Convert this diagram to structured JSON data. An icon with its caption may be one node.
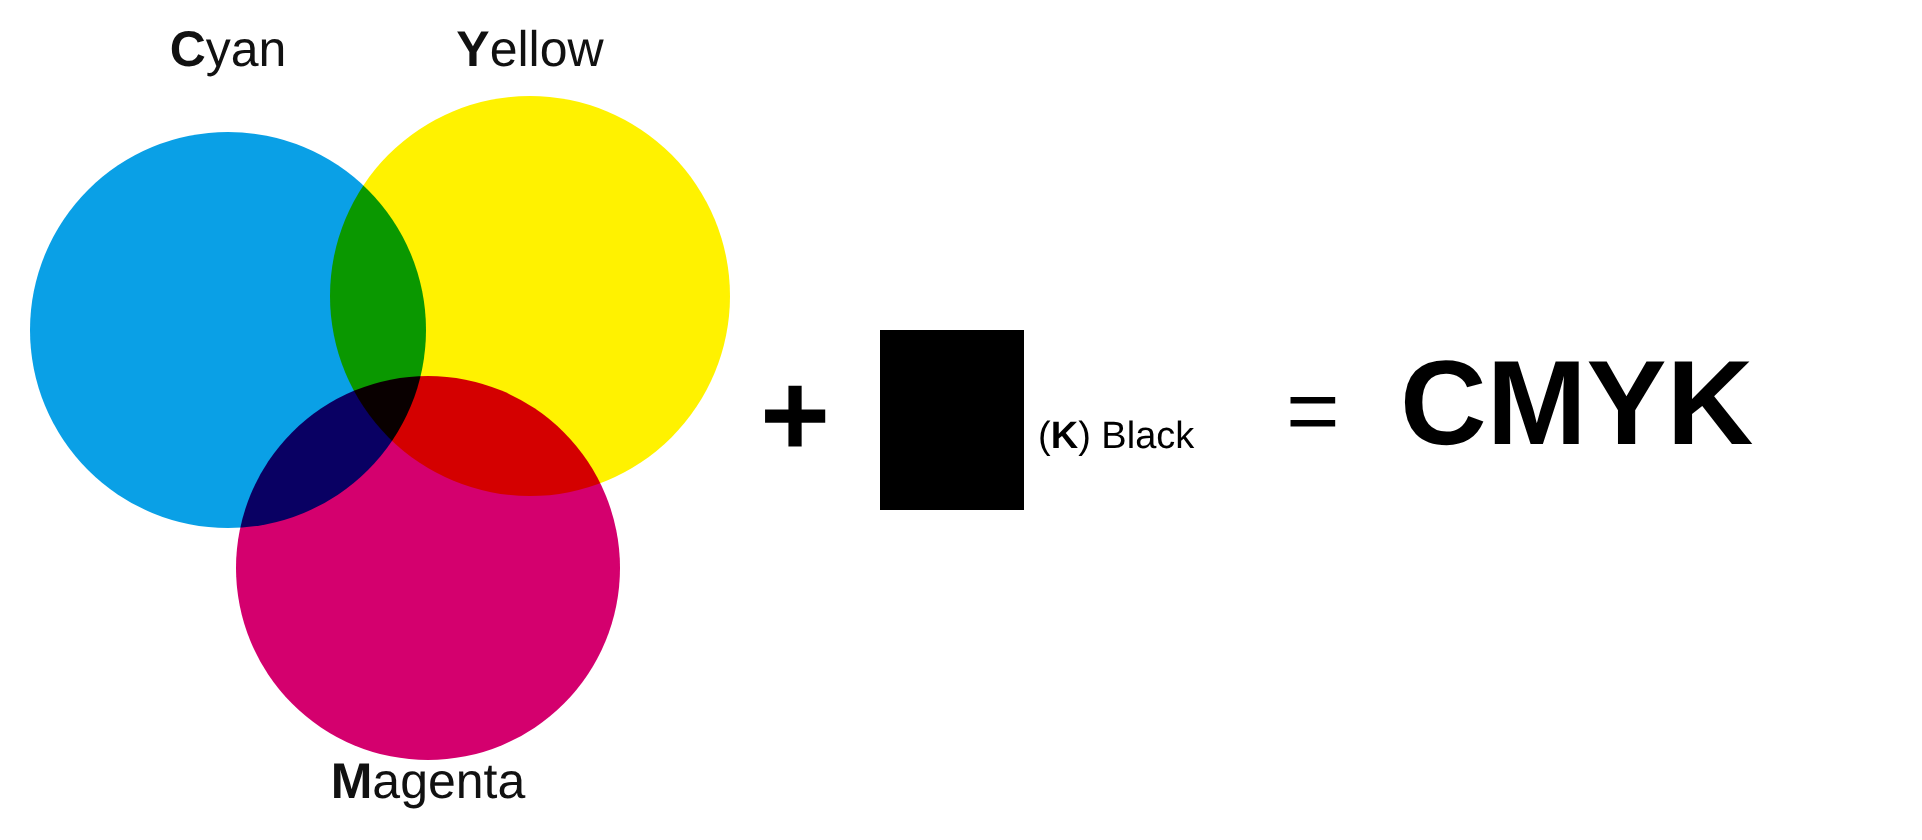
{
  "diagram": {
    "nodes": [
      {
        "text": [
          "**C**yan"
        ]
      },
      {
        "text": [
          "**Y**ellow"
        ]
      },
      {
        "text": [
          "**M**agenta"
        ]
      },
      {
        "text": [],
        "shape": "box",
        "beside": [
          "(**K**) Black"
        ]
      }
    ],
    "edges": [],
    "labels": [
      "+",
      "=",
      "CMYK"
    ]
  }
}
